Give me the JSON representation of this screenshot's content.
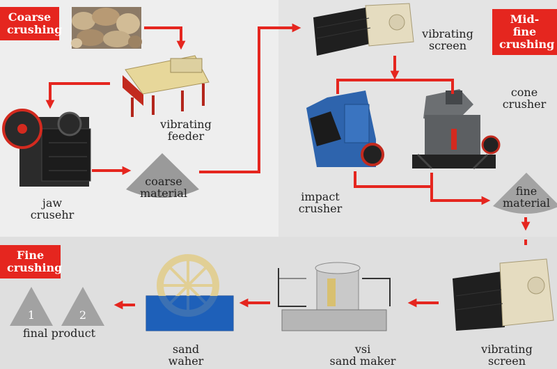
{
  "stages": {
    "coarse": "Coarse\ncrushing",
    "midfine": "Mid-fine\ncrushing",
    "fine": "Fine\ncrushing"
  },
  "labels": {
    "vibrating_feeder": "vibrating\nfeeder",
    "jaw_crusher": "jaw\ncrusehr",
    "coarse_material": "coarse\nmaterial",
    "vibrating_screen_top": "vibrating\nscreen",
    "cone_crusher": "cone\ncrusher",
    "impact_crusher": "impact\ncrusher",
    "fine_material": "fine\nmaterial",
    "vibrating_screen_bottom": "vibrating\nscreen",
    "vsi": "vsi\nsand maker",
    "sand_washer": "sand\nwaher",
    "final_product": "final product",
    "product_1": "1",
    "product_2": "2"
  },
  "colors": {
    "accent": "#e5261f",
    "material_gray": "#9a9a9a"
  }
}
